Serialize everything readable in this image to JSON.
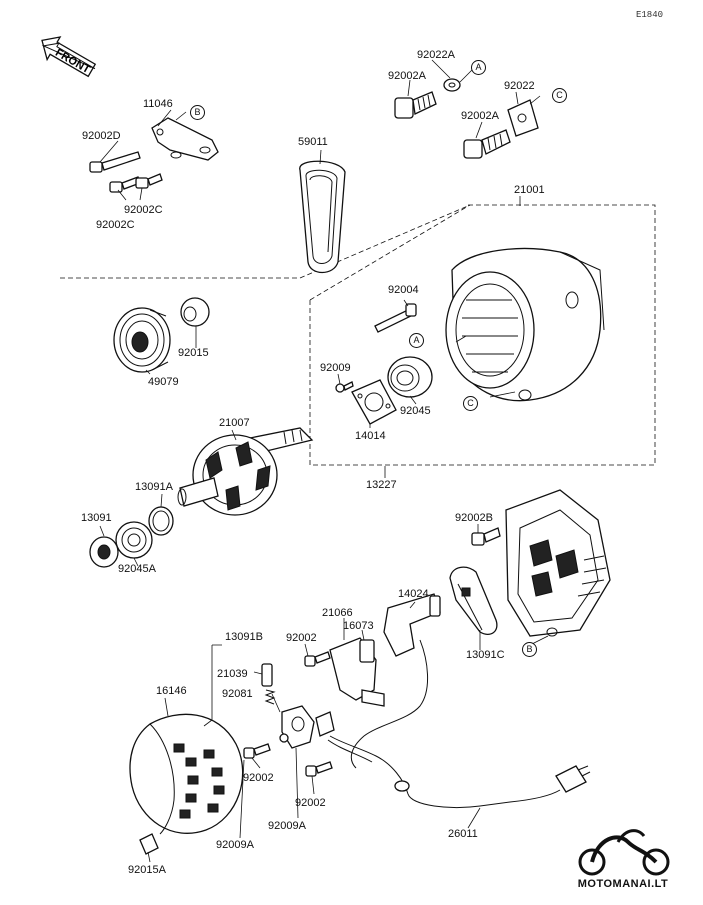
{
  "drawing_code": "E1840",
  "front_arrow": {
    "label": "FRONT"
  },
  "watermark": {
    "text": "MOTOMANAI.LT"
  },
  "reference_marks": {
    "a": "A",
    "b": "B",
    "c": "C"
  },
  "part_labels": {
    "p11046": "11046",
    "p92002D": "92002D",
    "p92002C_1": "92002C",
    "p92002C_2": "92002C",
    "p59011": "59011",
    "p92022A": "92022A",
    "p92002A_1": "92002A",
    "p92022": "92022",
    "p92002A_2": "92002A",
    "p21001": "21001",
    "p92004": "92004",
    "p92015": "92015",
    "p49079": "49079",
    "p92009": "92009",
    "p92045": "92045",
    "p14014": "14014",
    "p21007": "21007",
    "p13227": "13227",
    "p13091A": "13091A",
    "p13091": "13091",
    "p92045A": "92045A",
    "p92002B": "92002B",
    "p14024": "14024",
    "p21066": "21066",
    "p16073": "16073",
    "p13091C": "13091C",
    "p13091B": "13091B",
    "p92002_1": "92002",
    "p21039": "21039",
    "p16146": "16146",
    "p92081": "92081",
    "p92002_2": "92002",
    "p92002_3": "92002",
    "p92009A_1": "92009A",
    "p92009A_2": "92009A",
    "p26011": "26011",
    "p92015A": "92015A"
  }
}
